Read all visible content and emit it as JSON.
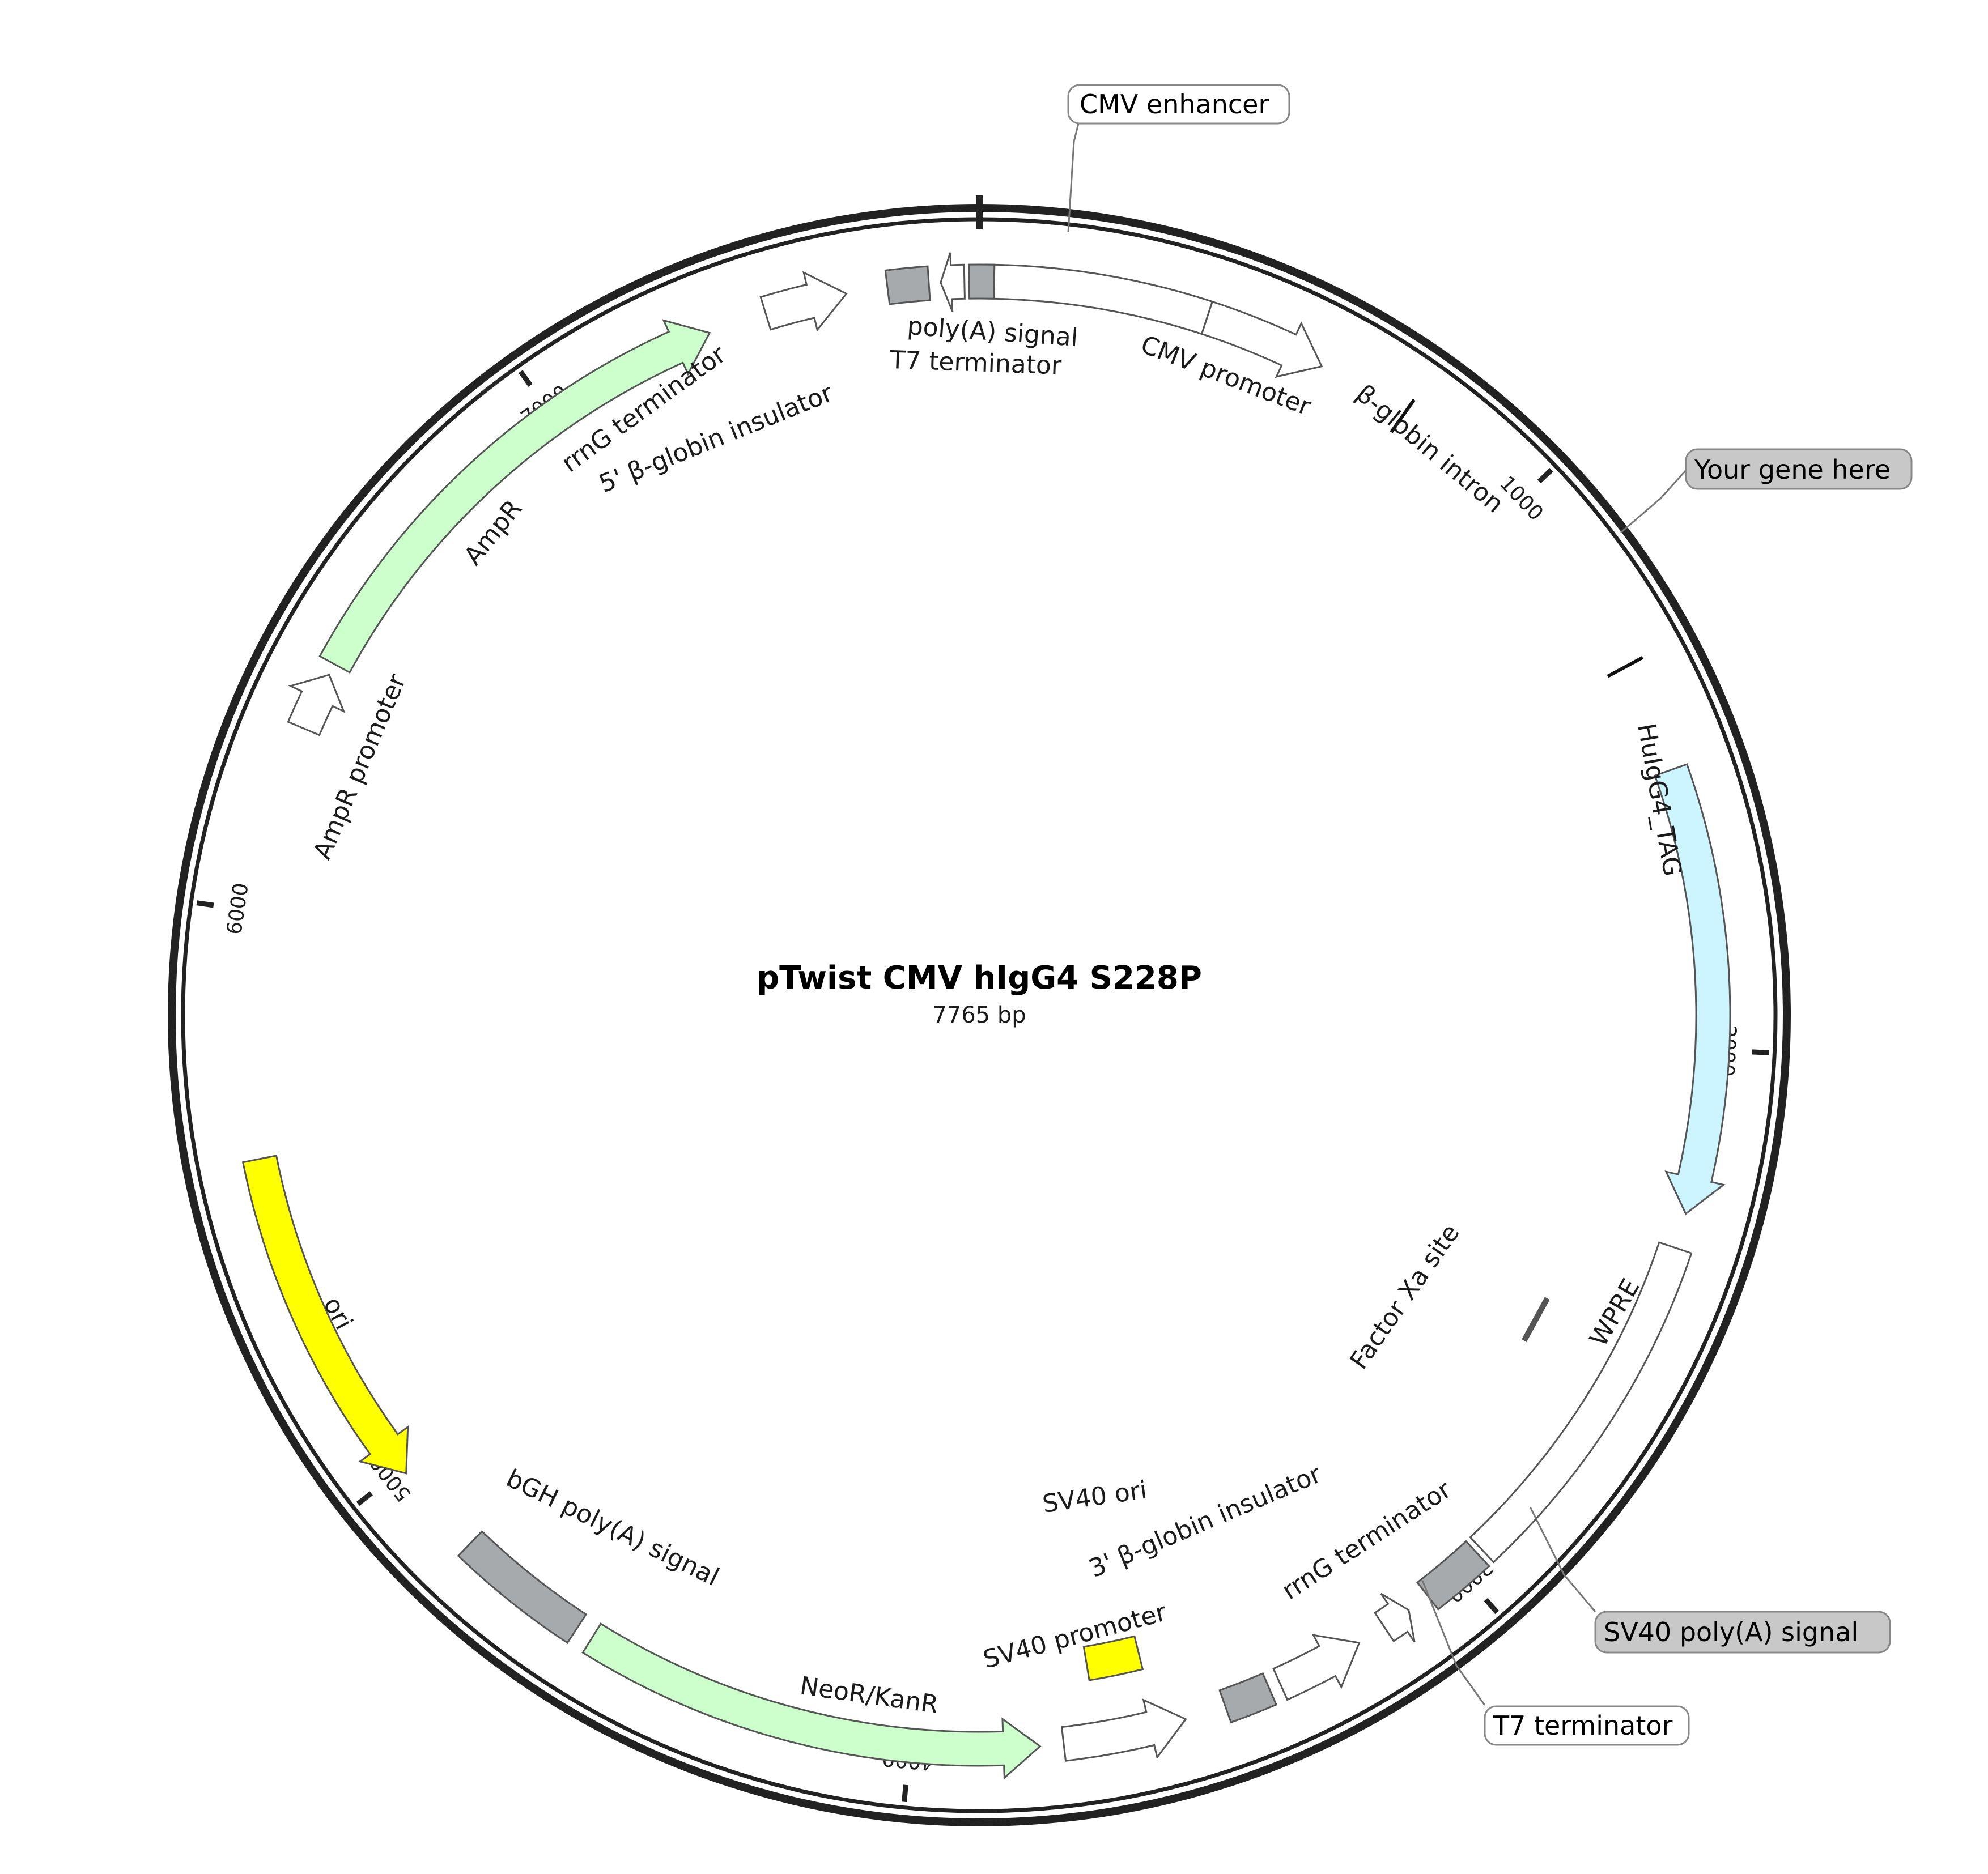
{
  "plasmid": {
    "name": "pTwist CMV hIgG4 S228P",
    "length_label": "7765 bp",
    "total_bp": 7765
  },
  "ticks": [
    {
      "bp": 1000,
      "label": "1000"
    },
    {
      "bp": 2000,
      "label": "2000"
    },
    {
      "bp": 3000,
      "label": "3000"
    },
    {
      "bp": 4000,
      "label": "4000"
    },
    {
      "bp": 5000,
      "label": "5000"
    },
    {
      "bp": 6000,
      "label": "6000"
    },
    {
      "bp": 7000,
      "label": "7000"
    }
  ],
  "colors": {
    "gray": "#a7aaad",
    "white": "#ffffff",
    "green": "#ccffcc",
    "cyan": "#ccf5ff",
    "yellow": "#ffff00",
    "black": "#111111",
    "callout_fill": "#c8c8c8",
    "callout_plain": "#ffffff"
  },
  "features": [
    {
      "id": "cmv-enhancer",
      "label": "CMV enhancer",
      "start": 10,
      "end": 390,
      "type": "box",
      "fill": "white"
    },
    {
      "id": "cmv-promoter",
      "label": "CMV promoter",
      "start": 390,
      "end": 600,
      "type": "arrow",
      "fill": "white"
    },
    {
      "id": "beta-globin-intron",
      "label": "β-globin intron",
      "start": 760,
      "end": 1430,
      "type": "dots",
      "fill": "black"
    },
    {
      "id": "your-gene-here",
      "label": "Your gene here",
      "start": 1330,
      "end": 1340,
      "type": "mark",
      "fill": "black"
    },
    {
      "id": "huigg4-tag",
      "label": "HuIgG4_TAG",
      "start": 1520,
      "end": 2280,
      "type": "arrow",
      "fill": "cyan"
    },
    {
      "id": "wpre",
      "label": "WPRE",
      "start": 2340,
      "end": 2950,
      "type": "box",
      "fill": "white"
    },
    {
      "id": "factor-xa",
      "label": "Factor Xa site",
      "start": 2550,
      "end": 2570,
      "type": "small",
      "fill": "gray"
    },
    {
      "id": "sv40-polya-1",
      "label": "SV40 poly(A) signal",
      "start": 2960,
      "end": 3070,
      "type": "box",
      "fill": "gray"
    },
    {
      "id": "t7-term-2",
      "label": "T7 terminator",
      "start": 3110,
      "end": 3160,
      "type": "arrow-rev",
      "fill": "white"
    },
    {
      "id": "rrng-term-2",
      "label": "rrnG terminator",
      "start": 3210,
      "end": 3360,
      "type": "arrow-rev",
      "fill": "white"
    },
    {
      "id": "beta-globin-3",
      "label": "3' β-globin insulator",
      "start": 3380,
      "end": 3460,
      "type": "box",
      "fill": "gray"
    },
    {
      "id": "sv40-promoter",
      "label": "SV40 promoter",
      "start": 3530,
      "end": 3740,
      "type": "arrow-rev",
      "fill": "white"
    },
    {
      "id": "sv40-ori",
      "label": "SV40 ori",
      "start": 3580,
      "end": 3680,
      "type": "box-inner",
      "fill": "yellow"
    },
    {
      "id": "neor-kanr",
      "label": "NeoR/KanR",
      "start": 3780,
      "end": 4570,
      "type": "arrow-rev",
      "fill": "green"
    },
    {
      "id": "bgh-polya",
      "label": "bGH poly(A) signal",
      "start": 4600,
      "end": 4830,
      "type": "box",
      "fill": "gray"
    },
    {
      "id": "ori",
      "label": "ori",
      "start": 4990,
      "end": 5580,
      "type": "arrow-rev",
      "fill": "yellow"
    },
    {
      "id": "ampr-promoter",
      "label": "AmpR promoter",
      "start": 6320,
      "end": 6420,
      "type": "arrow",
      "fill": "white"
    },
    {
      "id": "ampr",
      "label": "AmpR",
      "start": 6440,
      "end": 7300,
      "type": "arrow",
      "fill": "green"
    },
    {
      "id": "rrng-term-1",
      "label": "rrnG terminator",
      "start": 7400,
      "end": 7540,
      "type": "arrow",
      "fill": "white"
    },
    {
      "id": "beta-globin-5",
      "label": "5' β-globin insulator",
      "start": 7610,
      "end": 7680,
      "type": "box",
      "fill": "gray"
    },
    {
      "id": "t7-term-1",
      "label": "T7 terminator",
      "start": 7700,
      "end": 7740,
      "type": "arrow-rev",
      "fill": "white"
    },
    {
      "id": "polya-signal-1",
      "label": "poly(A) signal",
      "start": 7748,
      "end": 7790,
      "type": "box",
      "fill": "gray"
    }
  ],
  "labels": {
    "cmv_enhancer": "CMV enhancer",
    "cmv_promoter": "CMV promoter",
    "beta_globin_intron": "β-globin intron",
    "your_gene_here": "Your gene here",
    "huigg4_tag": "HuIgG4_TAG",
    "wpre": "WPRE",
    "factor_xa": "Factor Xa site",
    "sv40_polya": "SV40 poly(A) signal",
    "t7_terminator_2": "T7 terminator",
    "rrng_terminator_2": "rrnG terminator",
    "beta_globin_3": "3' β-globin insulator",
    "sv40_promoter": "SV40 promoter",
    "sv40_ori": "SV40 ori",
    "neor_kanr": "NeoR/KanR",
    "bgh_polya": "bGH poly(A) signal",
    "ori": "ori",
    "ampr_promoter": "AmpR promoter",
    "ampr": "AmpR",
    "rrng_terminator_1": "rrnG terminator",
    "beta_globin_5": "5' β-globin insulator",
    "t7_terminator_1": "T7 terminator",
    "polya_signal_1": "poly(A) signal"
  }
}
